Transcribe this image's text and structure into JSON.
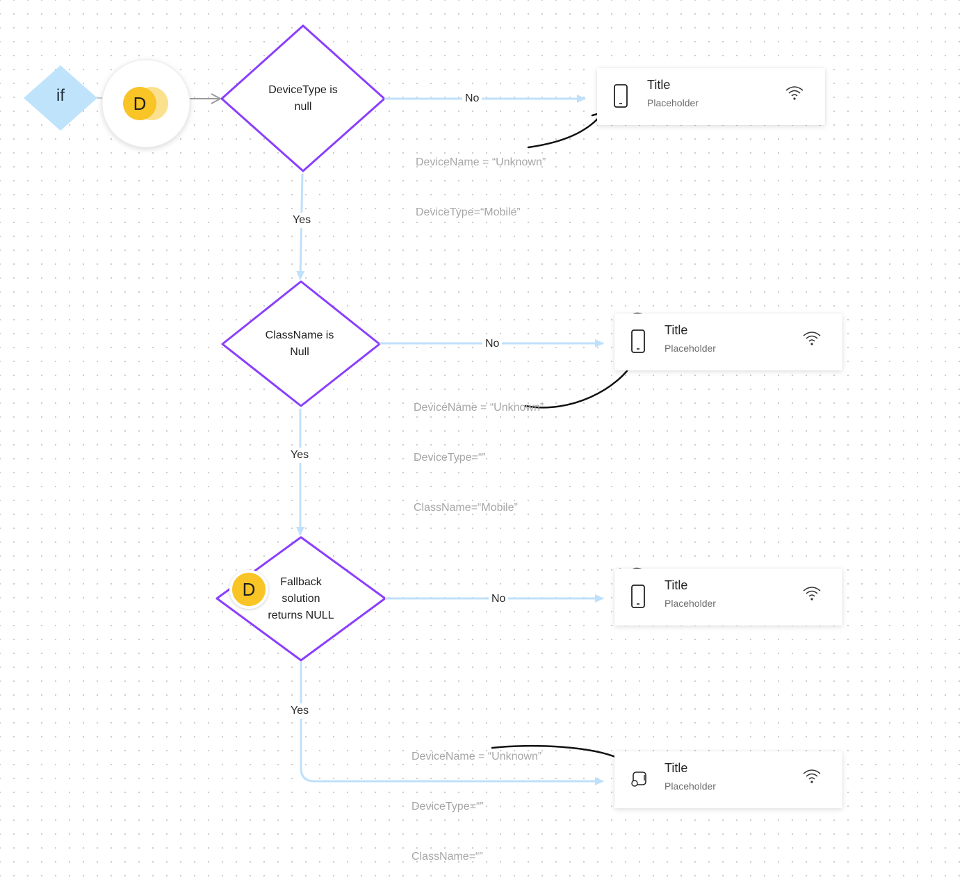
{
  "start": {
    "if_label": "if",
    "badge_letter": "D"
  },
  "decisions": [
    {
      "line1": "DeviceType is",
      "line2": "null",
      "line3": ""
    },
    {
      "line1": "ClassName is",
      "line2": "Null",
      "line3": ""
    },
    {
      "line1": "Fallback",
      "line2": "solution",
      "line3": "returns NULL"
    }
  ],
  "fallback_badge": "D",
  "branch_labels": {
    "no": "No",
    "yes": "Yes"
  },
  "notes": [
    {
      "lines": [
        "DeviceName = “Unknown”",
        "DeviceType=“Mobile”"
      ]
    },
    {
      "lines": [
        "DeviceName = “Unknown”",
        "DeviceType=“”",
        "ClassName=“Mobile”"
      ]
    },
    {
      "lines": [
        "DeviceName = “Unknown”",
        "DeviceType=“”",
        "ClassName=“”"
      ]
    }
  ],
  "cards": [
    {
      "title": "Title",
      "subtitle": "Placeholder",
      "icon": "phone-icon"
    },
    {
      "title": "Title",
      "subtitle": "Placeholder",
      "icon": "phone-icon"
    },
    {
      "title": "Title",
      "subtitle": "Placeholder",
      "icon": "phone-icon"
    },
    {
      "title": "Title",
      "subtitle": "Placeholder",
      "icon": "device-group-icon"
    }
  ],
  "colors": {
    "diamond_stroke": "#8a3ffc",
    "connector": "#bfe0fb",
    "if_fill": "#bfe3fb",
    "badge": "#f8c426",
    "annotation_ink": "#111111"
  }
}
